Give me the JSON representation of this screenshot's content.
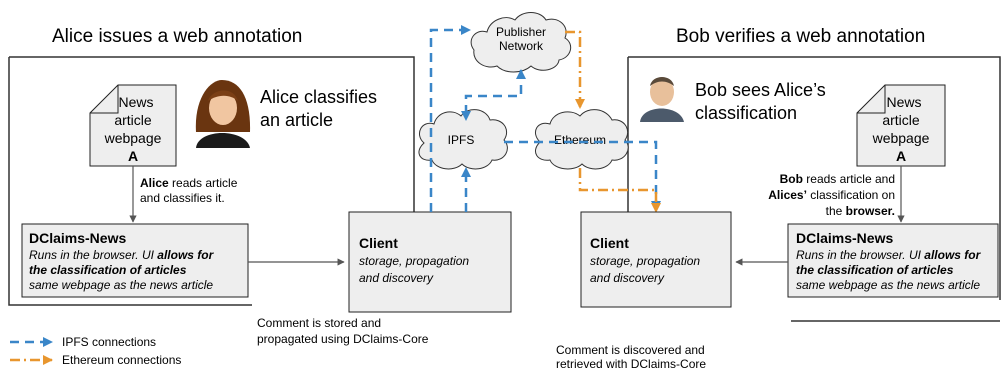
{
  "headings": {
    "left": "Alice issues a web annotation",
    "right": "Bob verifies a web annotation"
  },
  "clouds": {
    "publisher": [
      "Publisher",
      "Network"
    ],
    "ipfs": "IPFS",
    "ethereum": "Ethereum"
  },
  "alice": {
    "caption": [
      "Alice classifies",
      "an article"
    ],
    "doc_lines": [
      "News",
      "article",
      "webpage"
    ],
    "doc_letter": "A",
    "reads_bold": "Alice",
    "reads_rest": " reads article",
    "reads_line2": "and classifies it."
  },
  "bob": {
    "caption": [
      "Bob sees Alice’s",
      "classification"
    ],
    "doc_lines": [
      "News",
      "article",
      "webpage"
    ],
    "doc_letter": "A",
    "reads_bold": "Bob",
    "reads_rest": " reads article and",
    "reads2_bold": "Alices’",
    "reads2_rest": " classification on",
    "reads3_pre": "the ",
    "reads3_bold": "browser."
  },
  "dclaims": {
    "title": "DClaims-News",
    "line1": "Runs in the browser. UI ",
    "line1_bold": "allows for",
    "line2": "the classification of articles",
    "line3": "same webpage as the news article"
  },
  "client": {
    "title": "Client",
    "line1": "storage, propagation",
    "line2": "and discovery"
  },
  "notes": {
    "left": [
      "Comment is stored and",
      "propagated using DClaims-Core"
    ],
    "right": [
      "Comment is discovered and",
      "retrieved with DClaims-Core"
    ]
  },
  "legend": {
    "ipfs": "IPFS connections",
    "ethereum": "Ethereum connections"
  },
  "colors": {
    "ipfs": "#3a86c8",
    "ethereum": "#e8962e"
  }
}
